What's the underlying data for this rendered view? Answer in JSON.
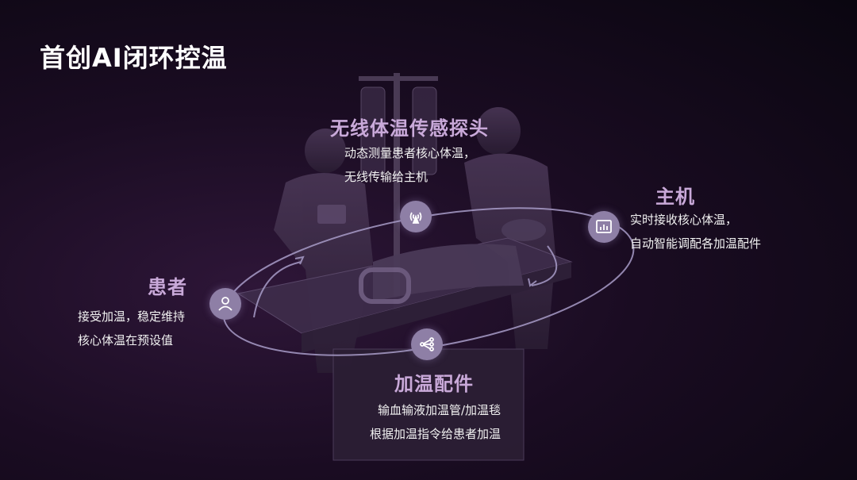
{
  "page": {
    "title": "首创AI闭环控温"
  },
  "nodes": {
    "sensor": {
      "title": "无线体温传感探头",
      "desc": [
        "动态测量患者核心体温，",
        "无线传输给主机"
      ],
      "icon": "wireless-signal-icon"
    },
    "host": {
      "title": "主机",
      "desc": [
        "实时接收核心体温，",
        "自动智能调配各加温配件"
      ],
      "icon": "monitor-chart-icon"
    },
    "patient": {
      "title": "患者",
      "desc": [
        "接受加温，稳定维持",
        "核心体温在预设值"
      ],
      "icon": "user-icon"
    },
    "accessories": {
      "title": "加温配件",
      "desc": [
        "输血输液加温管/加温毯",
        "根据加温指令给患者加温"
      ],
      "icon": "share-nodes-icon"
    }
  },
  "colors": {
    "accent": "#c9a9d9",
    "icon_bg": "#8e7fa6",
    "orbit": "#a89cc8"
  }
}
